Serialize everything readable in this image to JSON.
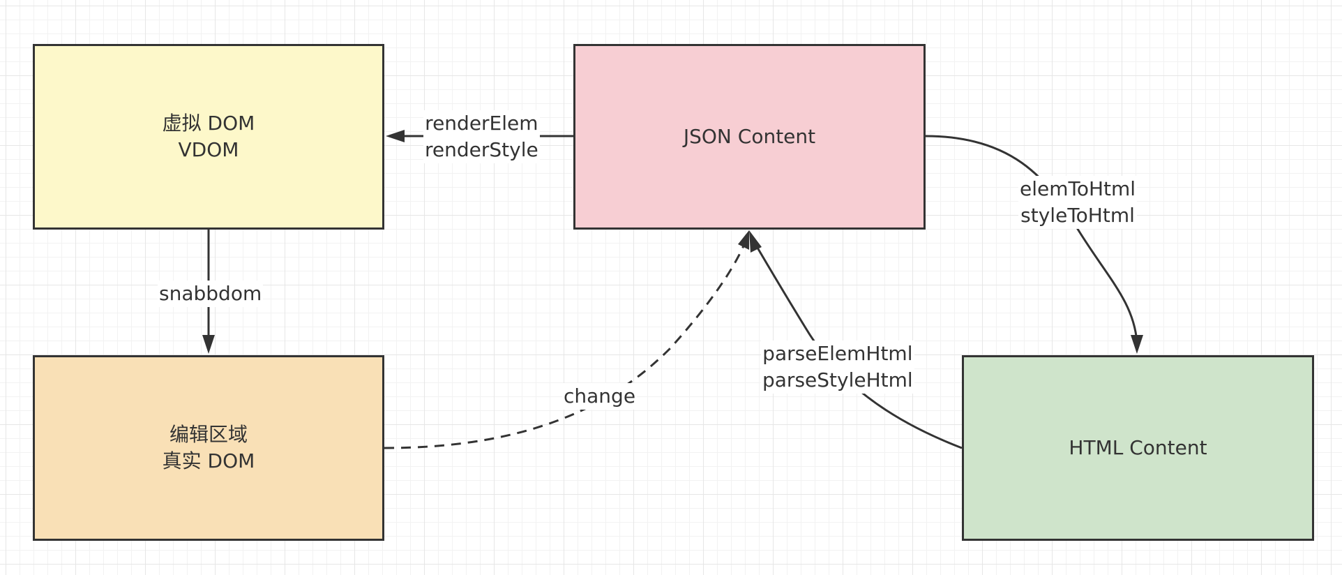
{
  "colors": {
    "stroke": "#333333",
    "vdom_fill": "#fdf8ca",
    "edit_fill": "#f9e0b6",
    "json_fill": "#f7ced3",
    "html_fill": "#cfe4cb"
  },
  "nodes": {
    "vdom": {
      "line1": "虚拟 DOM",
      "line2": "VDOM"
    },
    "edit": {
      "line1": "编辑区域",
      "line2": "真实 DOM"
    },
    "json": {
      "line1": "JSON Content"
    },
    "html": {
      "line1": "HTML Content"
    }
  },
  "edges": {
    "json_to_vdom": {
      "line1": "renderElem",
      "line2": "renderStyle"
    },
    "vdom_to_edit": {
      "line1": "snabbdom"
    },
    "edit_to_json": {
      "line1": "change"
    },
    "json_to_html": {
      "line1": "elemToHtml",
      "line2": "styleToHtml"
    },
    "html_to_json": {
      "line1": "parseElemHtml",
      "line2": "parseStyleHtml"
    }
  }
}
